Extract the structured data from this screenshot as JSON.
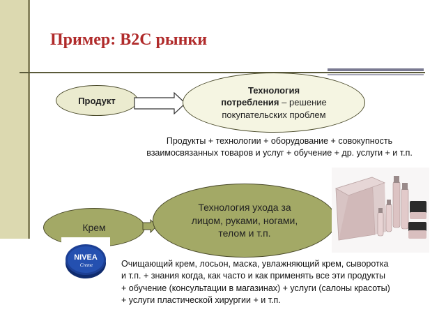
{
  "slide": {
    "title": "Пример: B2C рынки"
  },
  "diagram1": {
    "product_label": "Продукт",
    "tech_line1": "Технология",
    "tech_line2_bold": "потребления",
    "tech_line2_rest": " – решение",
    "tech_line3": "покупательских проблем",
    "description": "Продукты + технологии + оборудование + совокупность взаимосвязанных товаров и услуг + обучение + др. услуги + и т.п."
  },
  "diagram2": {
    "cream_label": "Крем",
    "care_label": "Технология ухода за лицом, руками, ногами, телом и т.п.",
    "nivea_brand": "NIVEA",
    "nivea_sub": "Creme",
    "description_lines": [
      "Очищающий крем, лосьон, маска, увлажняющий крем, сыворотка",
      "и т.п. + знания когда, как часто и как применять все эти продукты",
      "+ обучение (консультации в магазинах) +  услуги (салоны красоты)",
      "+ услуги пластической хирургии + и т.п."
    ]
  },
  "colors": {
    "title": "#b02a2a",
    "ellipse_light": "#ebebcf",
    "ellipse_olive": "#a3a966",
    "sidebar": "#dcd9b0",
    "nivea_blue": "#1c3f94"
  }
}
